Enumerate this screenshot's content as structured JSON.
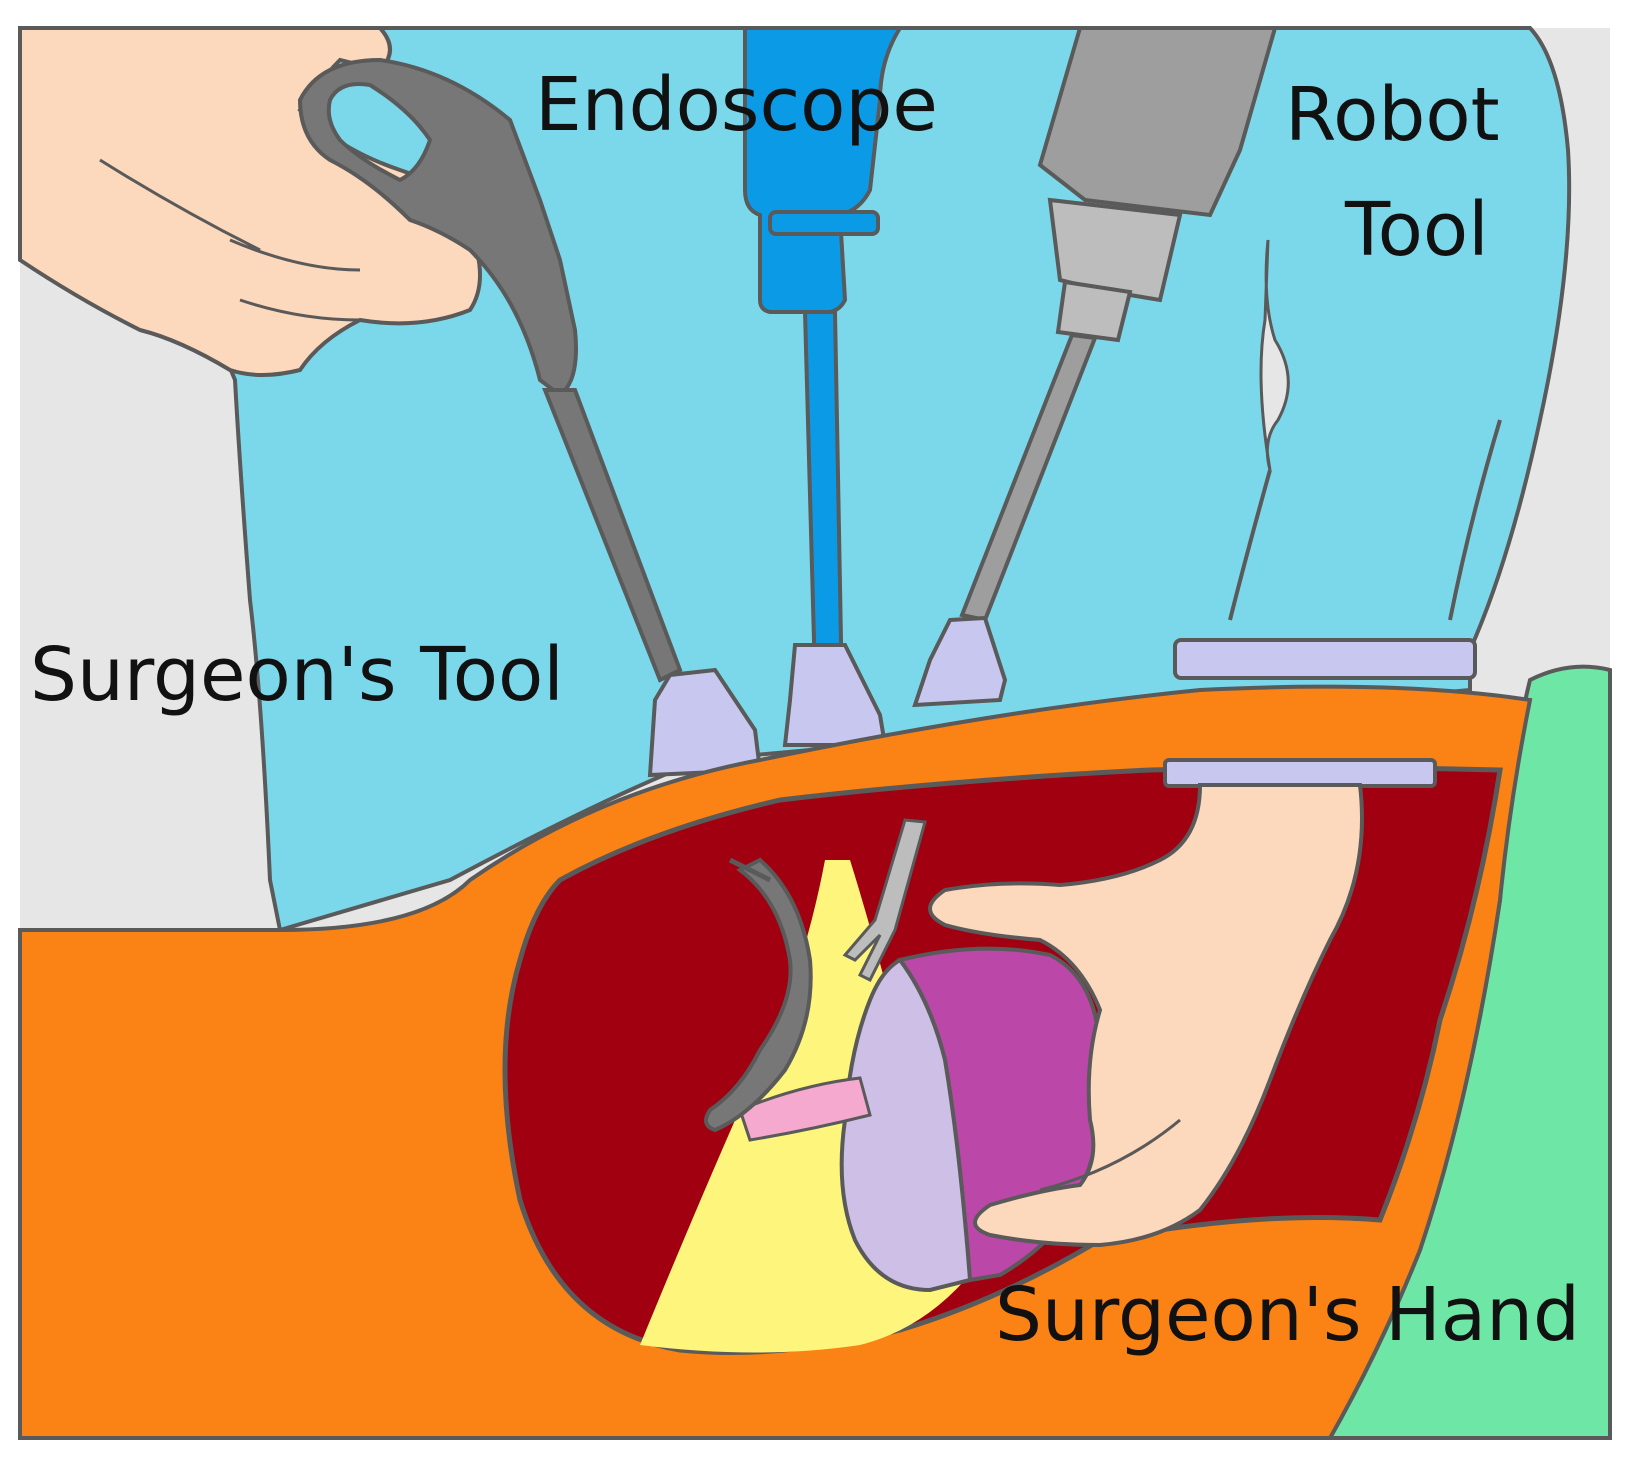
{
  "labels": {
    "endoscope": "Endoscope",
    "robot_tool_line1": "Robot",
    "robot_tool_line2": "Tool",
    "surgeons_tool": "Surgeon's Tool",
    "surgeons_hand": "Surgeon's Hand"
  },
  "colors": {
    "background": "#e6e6e6",
    "drape": "#7bd8ea",
    "outline": "#5a5a5a",
    "skin": "#fcd8bc",
    "tool_gray": "#777777",
    "robot_gray": "#9e9e9e",
    "endoscope_blue": "#0a9ae6",
    "trocar": "#c7c7ef",
    "body_wall": "#fb8215",
    "cavity": "#a00010",
    "light_cone": "#fdf57c",
    "organ_purple": "#bb47a9",
    "organ_lavender": "#cdbfe6",
    "tissue_pink": "#f5a9cf",
    "green_drape": "#6ee6a6"
  }
}
